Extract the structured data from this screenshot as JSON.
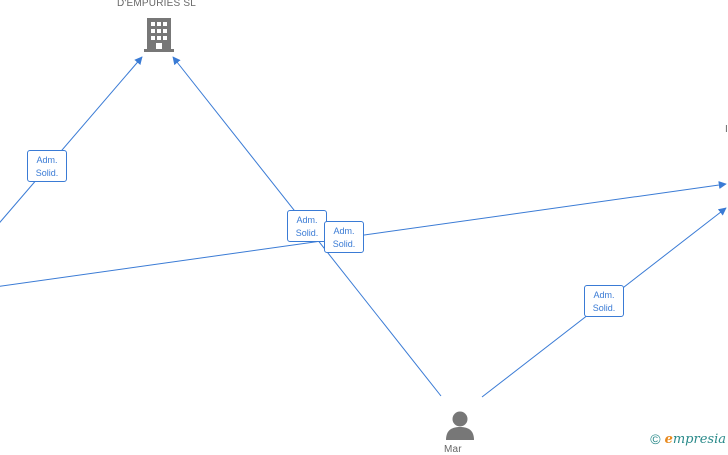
{
  "nodes": {
    "company": {
      "label": "D'EMPURIES SL",
      "icon": "building-icon"
    },
    "person": {
      "label": "Mar",
      "icon": "person-icon"
    },
    "right_partial": {
      "label": "I"
    }
  },
  "edge_labels": [
    {
      "line1": "Adm.",
      "line2": "Solid."
    },
    {
      "line1": "Adm.",
      "line2": "Solid."
    },
    {
      "line1": "Adm.",
      "line2": "Solid."
    },
    {
      "line1": "Adm.",
      "line2": "Solid."
    }
  ],
  "watermark": {
    "copyright": "©",
    "brand_first": "e",
    "brand_rest": "mpresia"
  },
  "colors": {
    "edge": "#3a7bd5",
    "icon": "#777777",
    "brand": "#2a8a8a",
    "brand_accent": "#e8891e"
  }
}
